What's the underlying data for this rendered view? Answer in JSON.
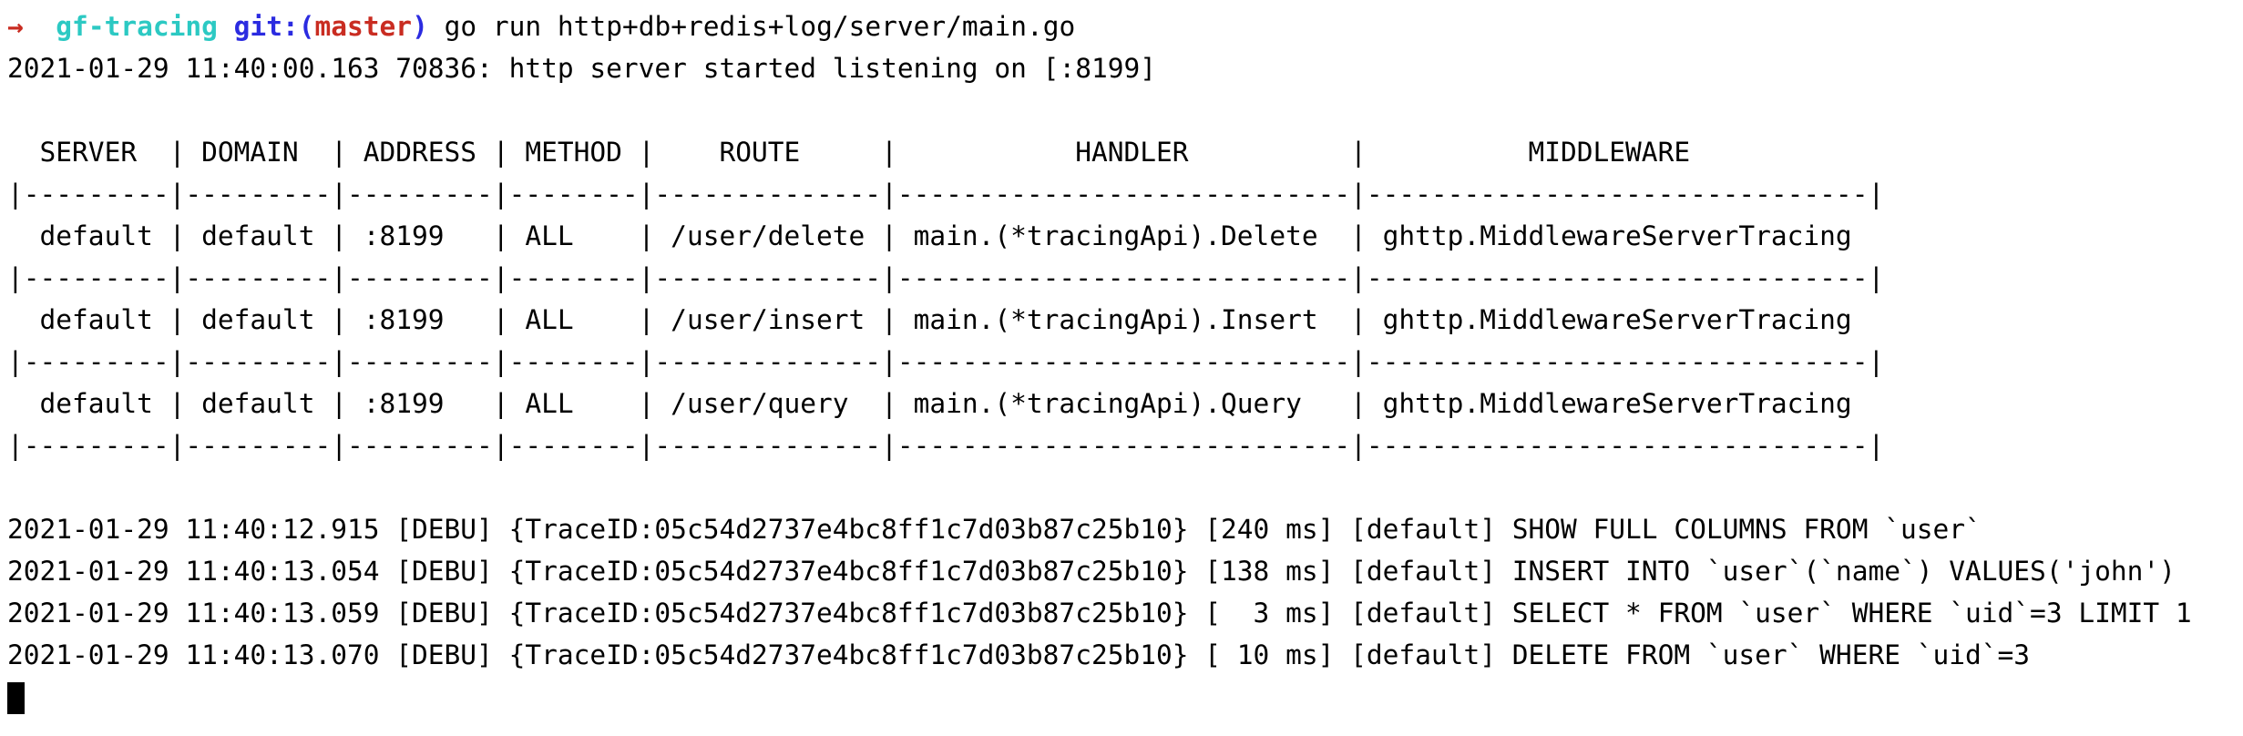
{
  "colors": {
    "background": "#ffffff",
    "text": "#000000",
    "prompt_arrow_red": "#c92c21",
    "prompt_dir_cyan": "#2cc9c3",
    "git_blue": "#2b2be0",
    "git_branch_red": "#c92c21",
    "cursor": "#000000"
  },
  "prompt": {
    "arrow": "→  ",
    "directory": "gf-tracing ",
    "git_open": "git:(",
    "git_branch": "master",
    "git_close": ")",
    "command": " go run http+db+redis+log/server/main.go"
  },
  "startup_line": "2021-01-29 11:40:00.163 70836: http server started listening on [:8199]",
  "route_table": {
    "columns": [
      "SERVER",
      "DOMAIN",
      "ADDRESS",
      "METHOD",
      "ROUTE",
      "HANDLER",
      "MIDDLEWARE"
    ],
    "rows": [
      [
        "default",
        "default",
        ":8199",
        "ALL",
        "/user/delete",
        "main.(*tracingApi).Delete",
        "ghttp.MiddlewareServerTracing"
      ],
      [
        "default",
        "default",
        ":8199",
        "ALL",
        "/user/insert",
        "main.(*tracingApi).Insert",
        "ghttp.MiddlewareServerTracing"
      ],
      [
        "default",
        "default",
        ":8199",
        "ALL",
        "/user/query",
        "main.(*tracingApi).Query",
        "ghttp.MiddlewareServerTracing"
      ]
    ],
    "ascii_lines": [
      "  SERVER  | DOMAIN  | ADDRESS | METHOD |    ROUTE     |           HANDLER          |          MIDDLEWARE",
      "|---------|---------|---------|--------|--------------|----------------------------|-------------------------------|",
      "  default | default | :8199   | ALL    | /user/delete | main.(*tracingApi).Delete  | ghttp.MiddlewareServerTracing",
      "|---------|---------|---------|--------|--------------|----------------------------|-------------------------------|",
      "  default | default | :8199   | ALL    | /user/insert | main.(*tracingApi).Insert  | ghttp.MiddlewareServerTracing",
      "|---------|---------|---------|--------|--------------|----------------------------|-------------------------------|",
      "  default | default | :8199   | ALL    | /user/query  | main.(*tracingApi).Query   | ghttp.MiddlewareServerTracing",
      "|---------|---------|---------|--------|--------------|----------------------------|-------------------------------|"
    ]
  },
  "logs": [
    "2021-01-29 11:40:12.915 [DEBU] {TraceID:05c54d2737e4bc8ff1c7d03b87c25b10} [240 ms] [default] SHOW FULL COLUMNS FROM `user`",
    "2021-01-29 11:40:13.054 [DEBU] {TraceID:05c54d2737e4bc8ff1c7d03b87c25b10} [138 ms] [default] INSERT INTO `user`(`name`) VALUES('john')",
    "2021-01-29 11:40:13.059 [DEBU] {TraceID:05c54d2737e4bc8ff1c7d03b87c25b10} [  3 ms] [default] SELECT * FROM `user` WHERE `uid`=3 LIMIT 1",
    "2021-01-29 11:40:13.070 [DEBU] {TraceID:05c54d2737e4bc8ff1c7d03b87c25b10} [ 10 ms] [default] DELETE FROM `user` WHERE `uid`=3"
  ]
}
